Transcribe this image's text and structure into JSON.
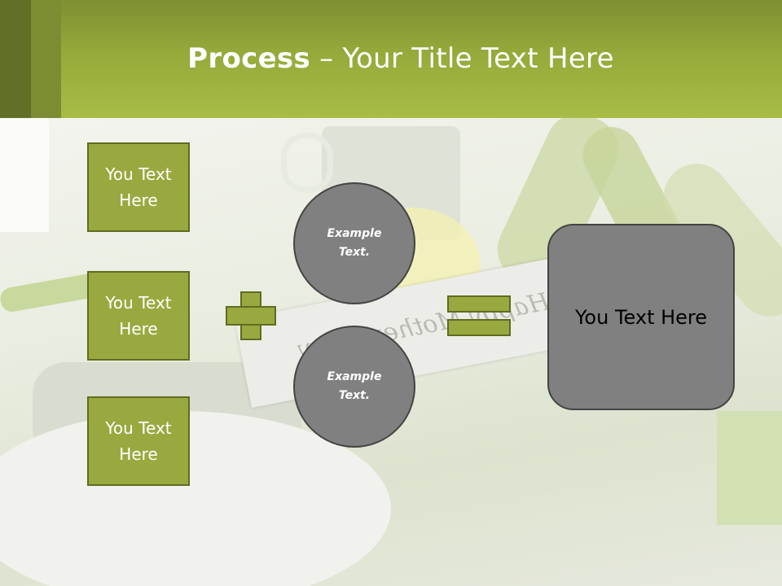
{
  "slide": {
    "title_bold": "Process",
    "title_rest": " – Your Title Text Here",
    "photo_card_text": "Happy Mother's Day"
  },
  "boxes": [
    "You Text\nHere",
    "You Text\nHere",
    "You Text\nHere"
  ],
  "circles": [
    "Example\nText.",
    "Example\nText."
  ],
  "result_text": "You Text Here",
  "colors": {
    "header": "#94aa3a",
    "box_fill": "#9aa93f",
    "box_border": "#5f6c1f",
    "circle_fill": "#808080"
  }
}
